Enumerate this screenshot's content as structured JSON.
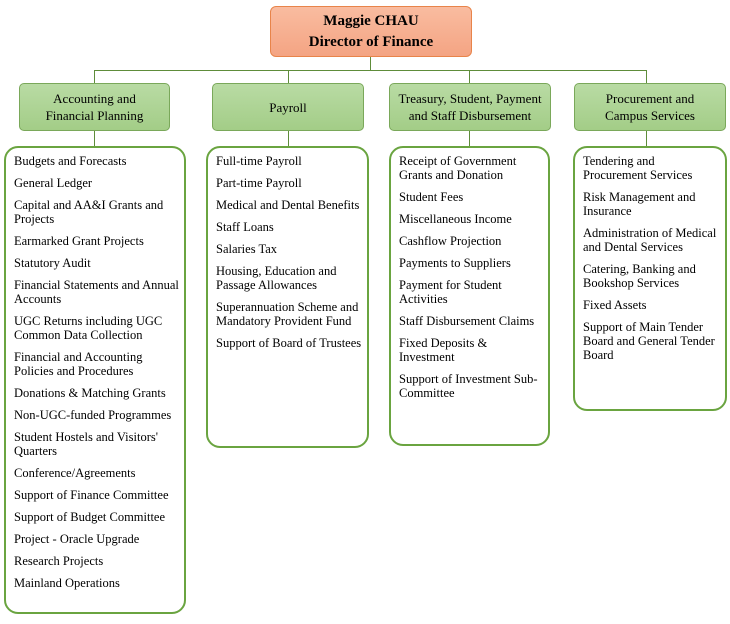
{
  "director": {
    "name": "Maggie CHAU",
    "title": "Director of Finance"
  },
  "colors": {
    "director_fill": "#f4a483",
    "director_border": "#e8844a",
    "dept_fill": "#a3cd87",
    "box_border": "#6aa440",
    "connector": "#5e8c3a"
  },
  "departments": [
    {
      "label_lines": [
        "Accounting and",
        "Financial Planning"
      ],
      "items": [
        "Budgets and Forecasts",
        "General Ledger",
        "Capital and AA&I Grants and Projects",
        "Earmarked Grant Projects",
        "Statutory Audit",
        "Financial Statements and Annual Accounts",
        "UGC Returns including UGC Common Data Collection",
        "Financial and Accounting Policies and Procedures",
        "Donations & Matching Grants",
        "Non-UGC-funded Programmes",
        "Student Hostels and Visitors' Quarters",
        "Conference/Agreements",
        "Support of Finance Committee",
        "Support of Budget Committee",
        "Project - Oracle Upgrade",
        "Research Projects",
        "Mainland Operations"
      ]
    },
    {
      "label_lines": [
        "Payroll"
      ],
      "items": [
        "Full-time Payroll",
        "Part-time Payroll",
        "Medical and Dental Benefits",
        "Staff Loans",
        "Salaries Tax",
        "Housing, Education and Passage Allowances",
        "Superannuation Scheme and Mandatory Provident Fund",
        "Support of Board of Trustees"
      ]
    },
    {
      "label_lines": [
        "Treasury, Student, Payment",
        "and Staff Disbursement"
      ],
      "items": [
        "Receipt of Government Grants and Donation",
        "Student Fees",
        "Miscellaneous Income",
        "Cashflow Projection",
        "Payments to Suppliers",
        "Payment for Student Activities",
        "Staff Disbursement Claims",
        "Fixed Deposits & Investment",
        "Support of Investment Sub-Committee"
      ]
    },
    {
      "label_lines": [
        "Procurement and",
        "Campus Services"
      ],
      "items": [
        "Tendering and Procurement Services",
        "Risk Management and Insurance",
        "Administration of Medical and Dental Services",
        "Catering, Banking and Bookshop Services",
        "Fixed Assets",
        "Support of Main Tender Board and General Tender Board"
      ]
    }
  ]
}
